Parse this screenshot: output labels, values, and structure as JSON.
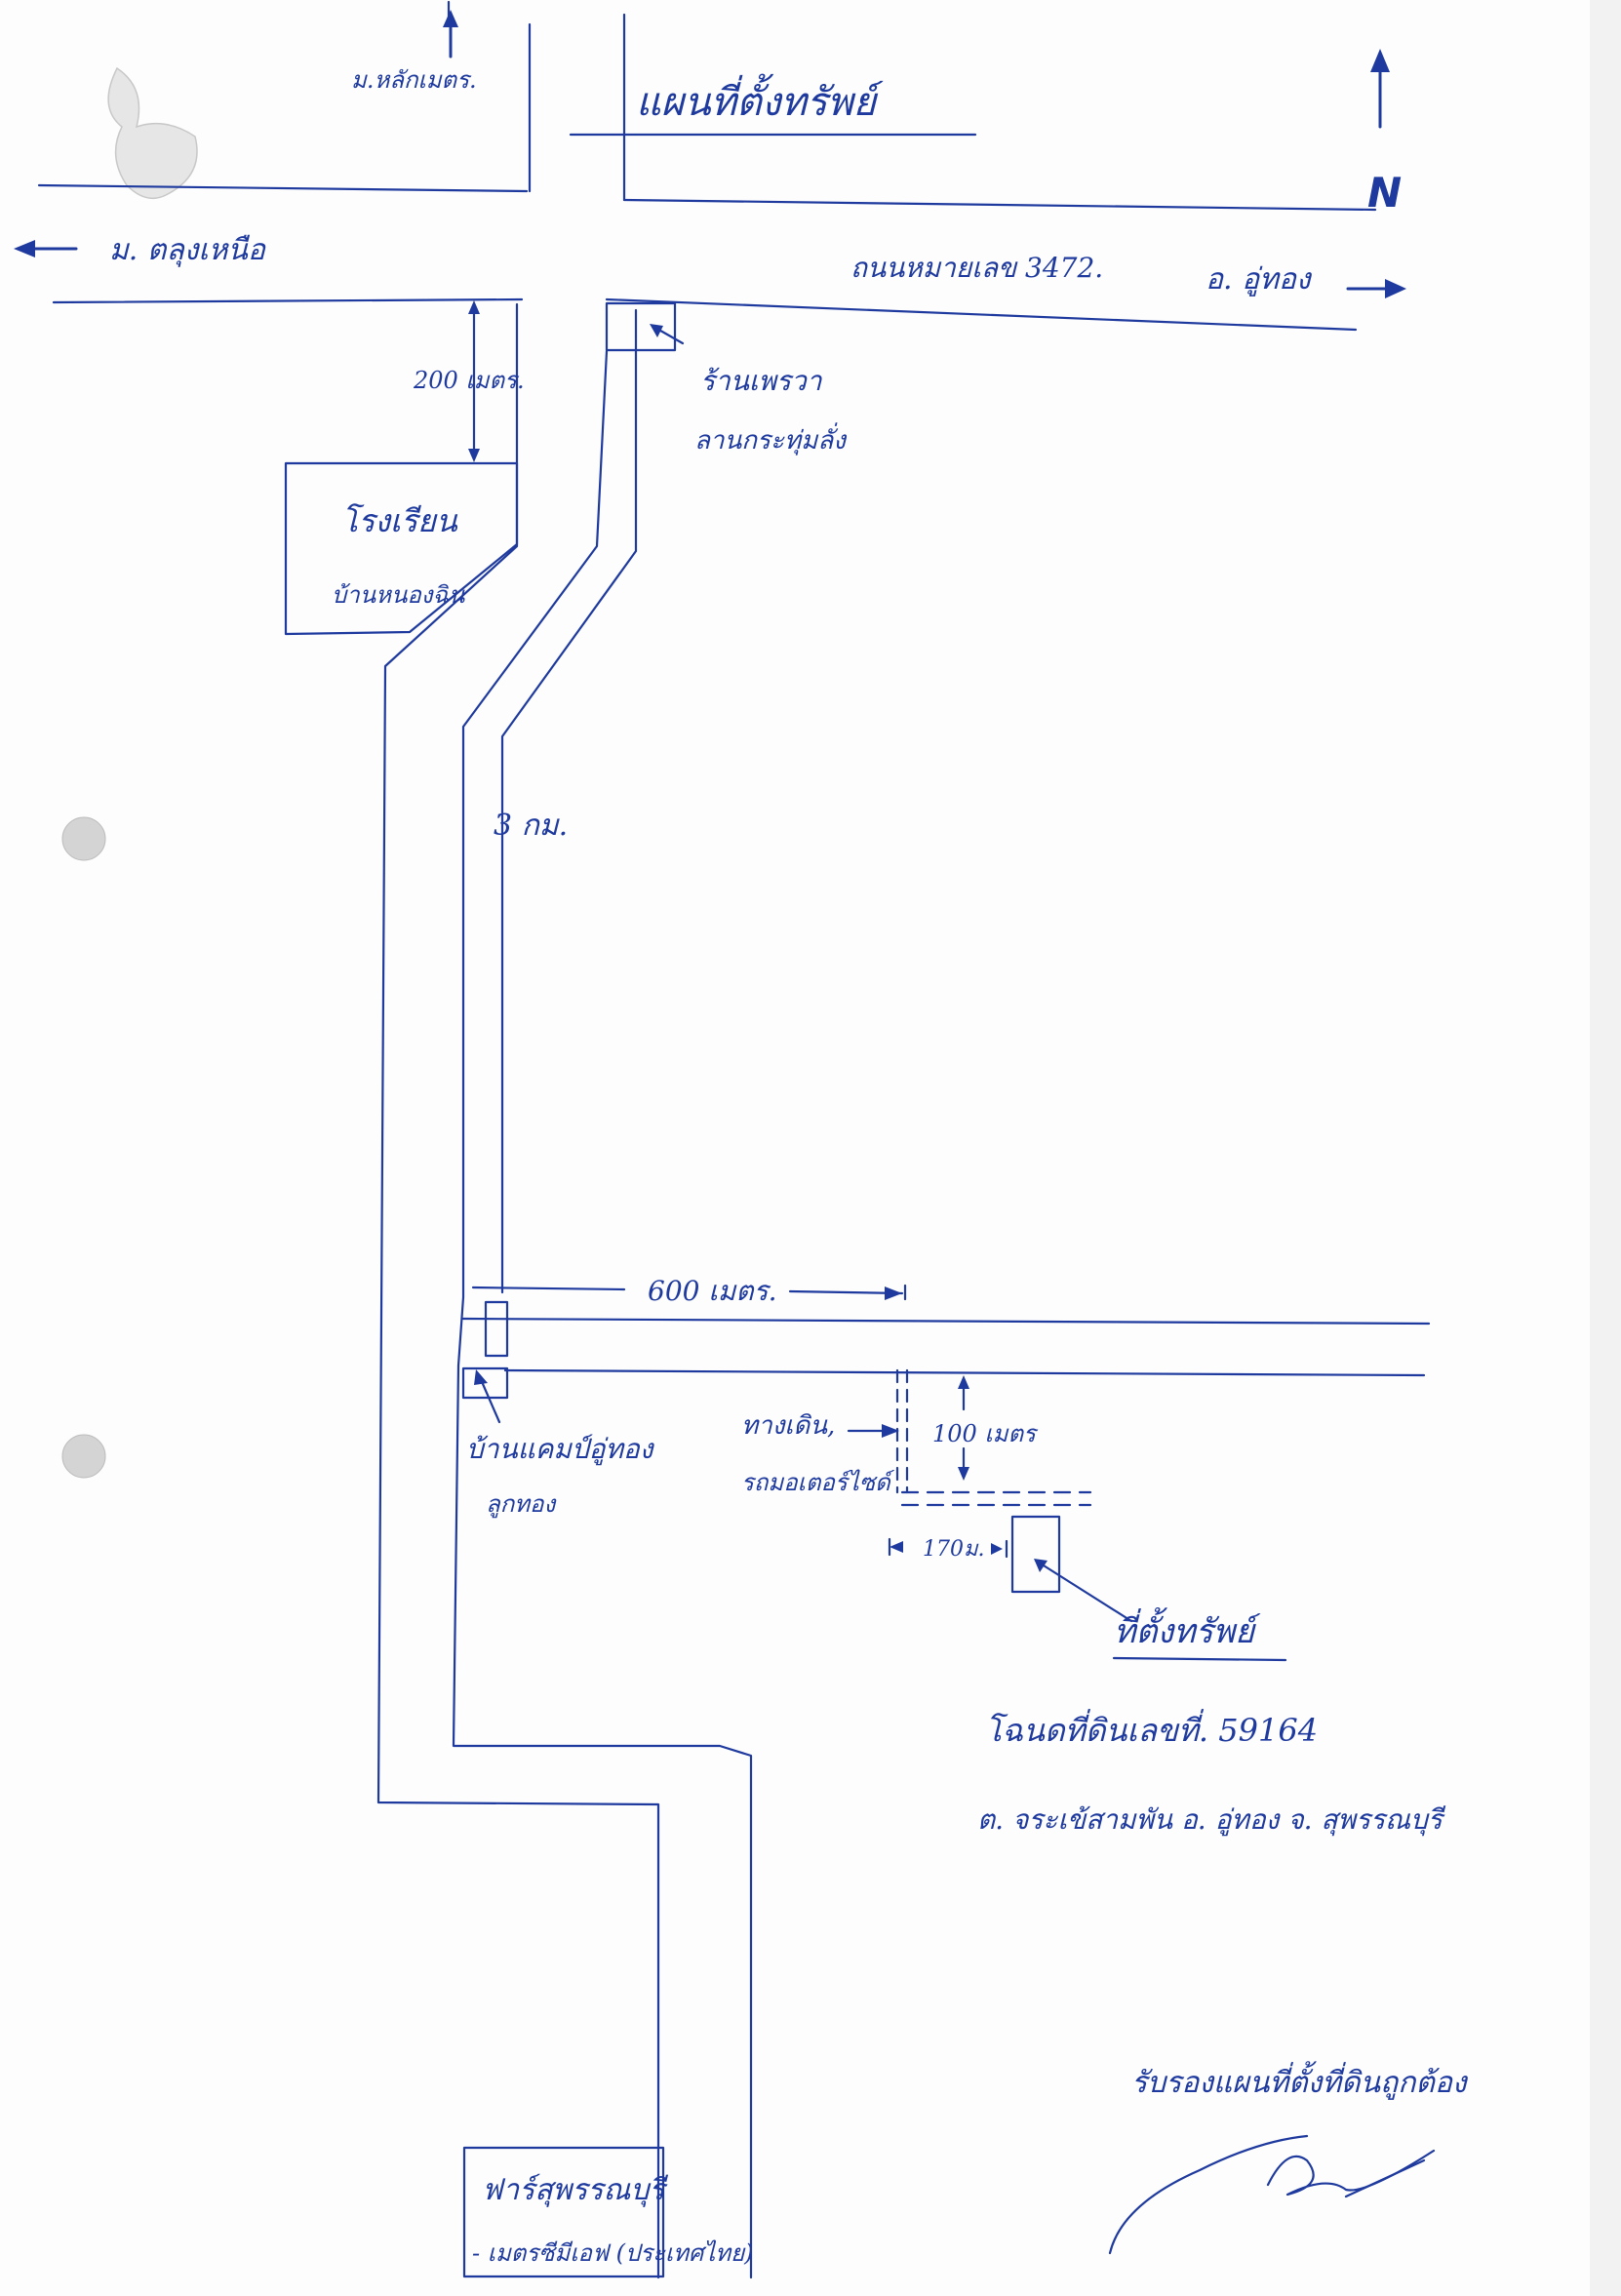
{
  "title": "แผนที่ตั้งทรัพย์",
  "north": "N",
  "labels": {
    "top_village": "ม.หลักเมตร.",
    "left_village": "ม. ตลุงเหนือ",
    "main_road": "ถนนหมายเลข 3472.",
    "right_district": "อ. อู่ทอง",
    "shop_line1": "ร้านเพรวา",
    "shop_line2": "ลานกระทุ่มลั่ง",
    "school_line1": "โรงเรียน",
    "school_line2": "บ้านหนองฉิน",
    "dist_200m": "200 เมตร.",
    "dist_3km": "3 กม.",
    "dist_600m": "600 เมตร.",
    "dist_100m": "100 เมตร",
    "dist_170m": "170ม.",
    "farm_line1": "บ้านแคมป์อู่ทอง",
    "farm_line2": "ลูกทอง",
    "path_line1": "ทางเดิน,",
    "path_line2": "รถมอเตอร์ไซด์",
    "property": "ที่ตั้งทรัพย์",
    "deed": "โฉนดที่ดินเลขที่. 59164",
    "address": "ต. จระเข้สามพัน  อ. อู่ทอง  จ. สุพรรณบุรี",
    "certify": "รับรองแผนที่ตั้งที่ดินถูกต้อง",
    "bottom_line1": "ฟาร์สุพรรณบุรี",
    "bottom_line2": "- เมตรซีมีเอฟ (ประเทศไทย)"
  },
  "colors": {
    "ink": "#1e3a9e",
    "paper": "#fdfdfd"
  }
}
